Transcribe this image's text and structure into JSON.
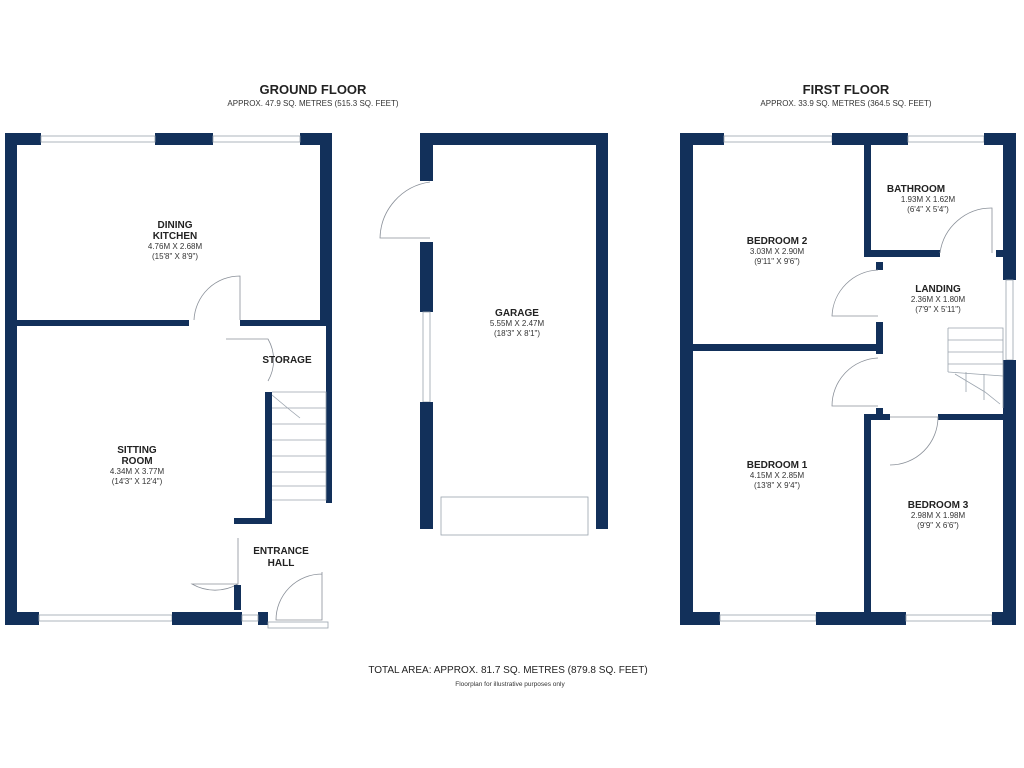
{
  "ground_floor": {
    "title": "GROUND FLOOR",
    "area": "APPROX. 47.9 SQ. METRES (515.3 SQ. FEET)",
    "rooms": {
      "dining_kitchen": {
        "name1": "DINING",
        "name2": "KITCHEN",
        "size": "4.76M X 2.68M",
        "imperial": "(15'8\" X 8'9\")"
      },
      "storage": {
        "name1": "STORAGE"
      },
      "sitting_room": {
        "name1": "SITTING",
        "name2": "ROOM",
        "size": "4.34M X 3.77M",
        "imperial": "(14'3\" X 12'4\")"
      },
      "entrance_hall": {
        "name1": "ENTRANCE",
        "name2": "HALL"
      },
      "garage": {
        "name1": "GARAGE",
        "size": "5.55M X 2.47M",
        "imperial": "(18'3\" X 8'1\")"
      }
    }
  },
  "first_floor": {
    "title": "FIRST FLOOR",
    "area": "APPROX. 33.9 SQ. METRES (364.5 SQ. FEET)",
    "rooms": {
      "bathroom": {
        "name1": "BATHROOM",
        "size": "1.93M X 1.62M",
        "imperial": "(6'4\" X 5'4\")"
      },
      "bedroom_2": {
        "name1": "BEDROOM 2",
        "size": "3.03M X 2.90M",
        "imperial": "(9'11\" X 9'6\")"
      },
      "landing": {
        "name1": "LANDING",
        "size": "2.36M X 1.80M",
        "imperial": "(7'9\" X 5'11\")"
      },
      "bedroom_1": {
        "name1": "BEDROOM 1",
        "size": "4.15M X 2.85M",
        "imperial": "(13'8\" X 9'4\")"
      },
      "bedroom_3": {
        "name1": "BEDROOM 3",
        "size": "2.98M X 1.98M",
        "imperial": "(9'9\" X 6'6\")"
      }
    }
  },
  "footer": {
    "total": "TOTAL AREA: APPROX. 81.7 SQ. METRES (879.8 SQ. FEET)",
    "disclaimer": "Floorplan for illustrative purposes only"
  },
  "colors": {
    "wall": "#12305a"
  }
}
